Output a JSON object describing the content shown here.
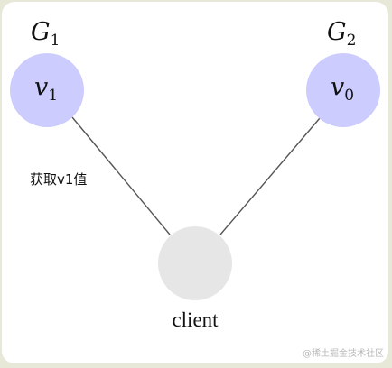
{
  "nodes": {
    "v1": {
      "group_label": "G",
      "group_sub": "1",
      "label": "v",
      "label_sub": "1",
      "color": "#ccccff"
    },
    "v0": {
      "group_label": "G",
      "group_sub": "2",
      "label": "v",
      "label_sub": "0",
      "color": "#ccccff"
    },
    "client": {
      "label": "client",
      "color": "#e6e6e6"
    }
  },
  "edges": [
    {
      "from": "v1",
      "to": "client",
      "label": "获取v1值"
    },
    {
      "from": "v0",
      "to": "client",
      "label": ""
    }
  ],
  "watermark": "@稀土掘金技术社区",
  "colors": {
    "edge": "#555555",
    "background_frame": "#e8e8d8",
    "card": "#ffffff"
  }
}
